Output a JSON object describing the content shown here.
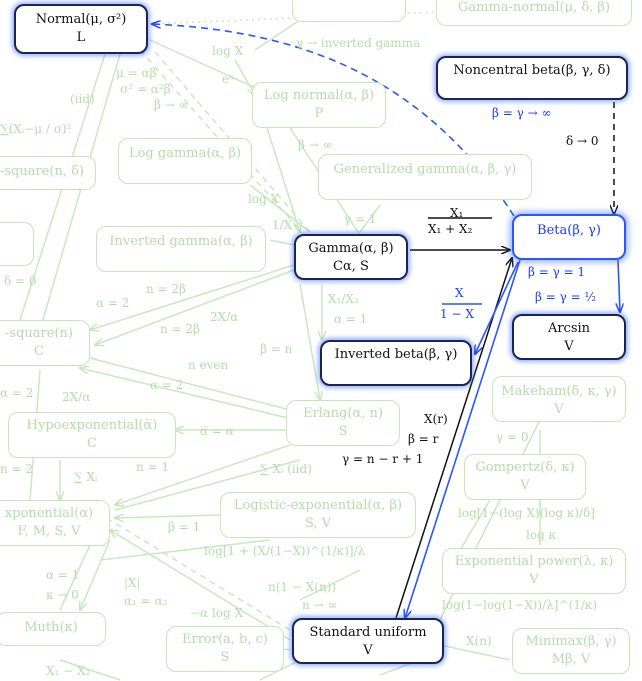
{
  "nodes": {
    "normal": {
      "line1": "Normal(μ, σ²)",
      "line2": "L"
    },
    "noncentral_beta": {
      "line1": "Noncentral beta(β, γ, δ)"
    },
    "beta": {
      "line1": "Beta(β, γ)"
    },
    "gamma": {
      "line1": "Gamma(α, β)",
      "line2": "Cα, S"
    },
    "inverted_beta": {
      "line1": "Inverted beta(β, γ)"
    },
    "arcsin": {
      "line1": "Arcsin",
      "line2": "V"
    },
    "standard_uniform": {
      "line1": "Standard uniform",
      "line2": "V"
    },
    "gamma_normal": {
      "line1": "Gamma-normal(μ, δ, β)"
    },
    "log_normal": {
      "line1": "Log normal(α, β)",
      "line2": "P"
    },
    "log_gamma": {
      "line1": "Log gamma(α, β)"
    },
    "generalized_gamma": {
      "line1": "Generalized gamma(α, β, γ)"
    },
    "inverted_gamma": {
      "line1": "Inverted gamma(α, β)"
    },
    "chi_square_noncentral": {
      "line1": "-square(n, δ)"
    },
    "chi_square": {
      "line1": "-square(n)",
      "line2": "C"
    },
    "erlang": {
      "line1": "Erlang(α, n)",
      "line2": "S"
    },
    "hypoexponential": {
      "line1": "Hypoexponential(α̅)",
      "line2": "C"
    },
    "exponential": {
      "line1": "xponential(α)",
      "line2": "F, M, S, V"
    },
    "logistic_exponential": {
      "line1": "Logistic-exponential(α, β)",
      "line2": "S, V"
    },
    "makeham": {
      "line1": "Makeham(δ, κ, γ)",
      "line2": "V"
    },
    "gompertz": {
      "line1": "Gompertz(δ, κ)",
      "line2": "V"
    },
    "exponential_power": {
      "line1": "Exponential power(λ, κ)",
      "line2": "V"
    },
    "muth": {
      "line1": "Muth(κ)"
    },
    "error": {
      "line1": "Error(a, b, c)",
      "line2": "S"
    },
    "minimax": {
      "line1": "Minimax(β, γ)",
      "line2": "Mβ, V"
    }
  },
  "edge_labels": {
    "gamma_to_beta_num": "X₁",
    "gamma_to_beta_den": "X₁ + X₂",
    "beta_to_inverted_num": "X",
    "beta_to_inverted_den": "1 − X",
    "noncentral_beta_to_normal": "β = γ → ∞",
    "noncentral_to_beta": "δ → 0",
    "beta_to_uniform": "β = γ = 1",
    "beta_to_arcsin": "β = γ = ½",
    "uniform_to_beta_1": "X(r)",
    "uniform_to_beta_2": "β = r",
    "uniform_to_beta_3": "γ = n − r + 1",
    "faded_log_x": "log X",
    "faded_inverted_gamma": "γ → inverted gamma",
    "faded_mu": "μ = αβ",
    "faded_sigma": "σ² = α²β",
    "faded_beta_inf": "β → ∞",
    "faded_iid": "(iid)",
    "faded_ex": "eˣ",
    "faded_beta_inf2": "β → ∞",
    "faded_sum": "∑(Xᵢ−μ / σ)²",
    "faded_log_x2": "log X",
    "faded_inv_x": "1/X",
    "faded_gamma_1": "γ = 1",
    "faded_delta_0": "δ = 0",
    "faded_n_2beta": "n = 2β",
    "faded_alpha_2": "α = 2",
    "faded_2x_alpha": "2X/α",
    "faded_n_2beta2": "n = 2β",
    "faded_x1_x2": "X₁/X₂",
    "faded_alpha_1": "α = 1",
    "faded_beta_n": "β = n",
    "faded_n_even": "n even",
    "faded_alpha_2b": "α = 2",
    "faded_alpha_2c": "α = 2",
    "faded_2x_alpha2": "2X/α",
    "faded_alpha_bar": "α̅ = α",
    "faded_n_2": "n = 2",
    "faded_n_1": "n = 1",
    "faded_sum_xi": "∑ Xᵢ",
    "faded_sum_xi_iid": "∑ Xᵢ (iid)",
    "faded_beta_1": "β = 1",
    "faded_gamma_0": "γ = 0",
    "faded_log_gompertz": "log[1−(log X)(log κ)/δ]",
    "faded_log_kappa": "log κ",
    "faded_log_logistic": "log[1 + (X/(1−X))^(1/κ)]/λ",
    "faded_log_exp_power": "log(1−log(1−X))/λ]^(1/κ)",
    "faded_n1_xn": "n(1 − X(n))",
    "faded_n_inf": "n → ∞",
    "faded_alpha_1b": "α = 1",
    "faded_kappa_0": "κ → 0",
    "faded_abs_x": "|X|",
    "faded_alpha1_alpha2": "α₁ = α₂",
    "faded_alpha_log_x": "−α log X",
    "faded_x_n": "X(n)",
    "faded_x1_minus_x2": "X₁ − X₂"
  },
  "colors": {
    "active_border": "#1c2450",
    "beta_blue": "#1a3cff",
    "faded_green": "#b5dca8",
    "glow": "#3c6eff"
  }
}
